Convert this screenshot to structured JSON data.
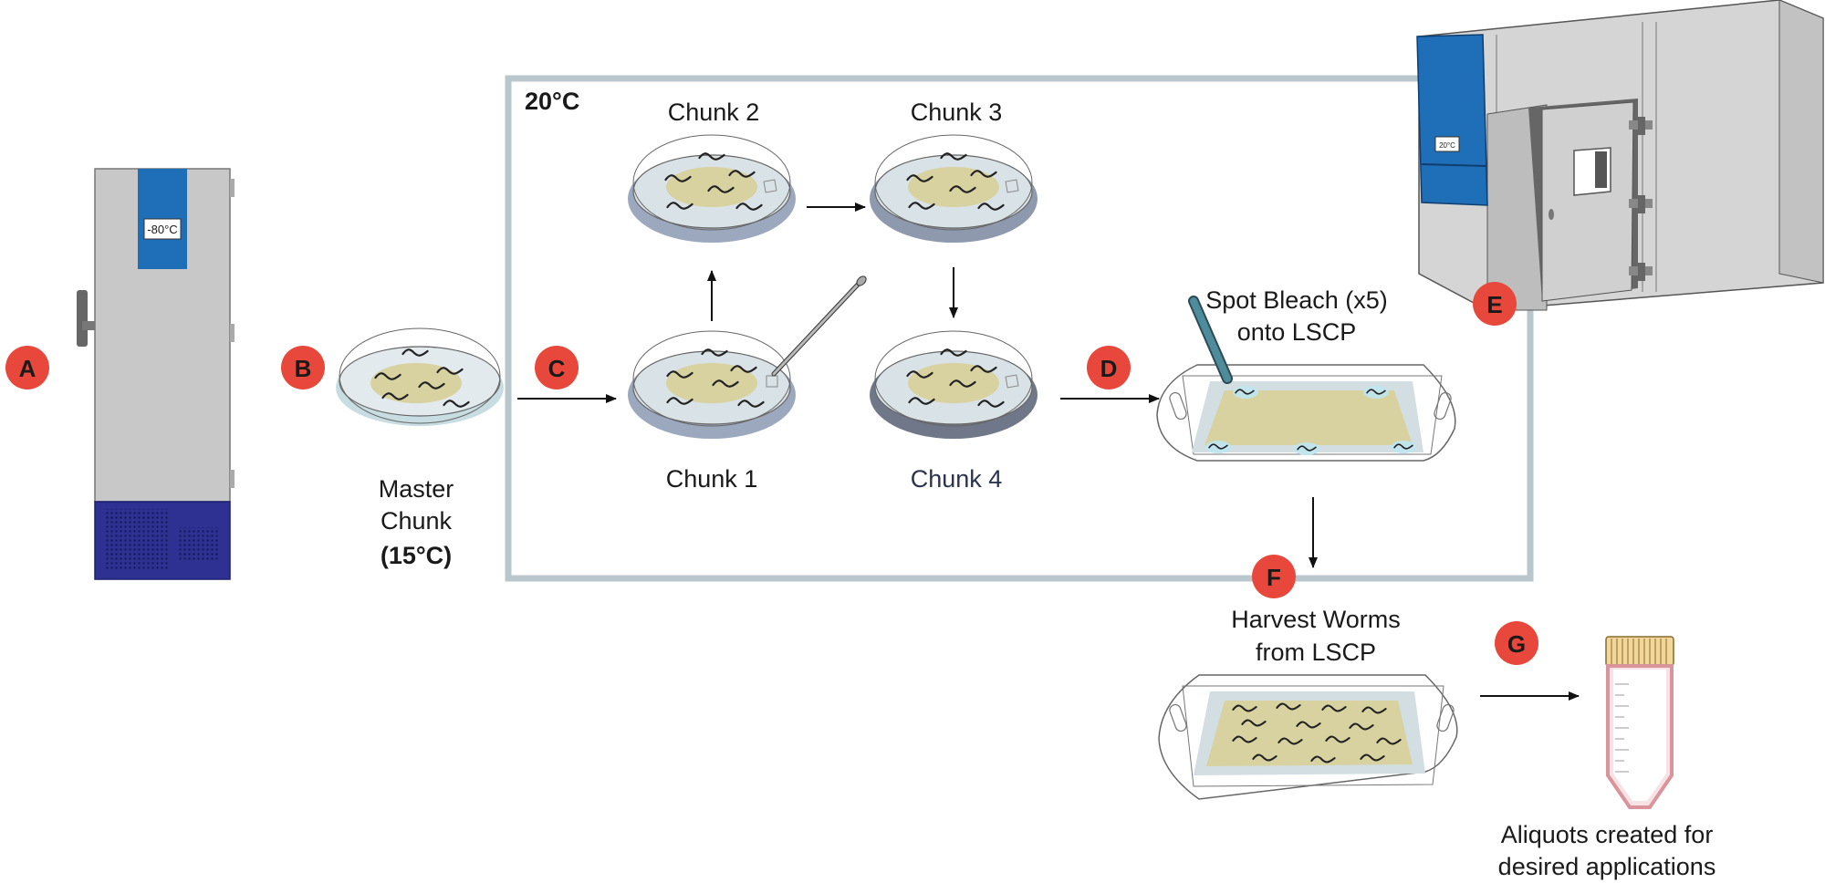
{
  "steps": [
    {
      "letter": "A",
      "color": "#e8483b"
    },
    {
      "letter": "B",
      "color": "#e8483b"
    },
    {
      "letter": "C",
      "color": "#e8483b"
    },
    {
      "letter": "D",
      "color": "#e8483b"
    },
    {
      "letter": "E",
      "color": "#e8483b"
    },
    {
      "letter": "F",
      "color": "#e8483b"
    },
    {
      "letter": "G",
      "color": "#e8483b"
    }
  ],
  "freezer": {
    "temp_label": "-80°C"
  },
  "incubator": {
    "temp_label": "20°C"
  },
  "master": {
    "line1": "Master",
    "line2": "Chunk",
    "line3": "(15°C)"
  },
  "zone": {
    "temp_label": "20°C",
    "border_color": "#b9c6cc"
  },
  "chunks": {
    "c1": "Chunk 1",
    "c2": "Chunk 2",
    "c3": "Chunk 3",
    "c4": "Chunk 4",
    "c4_color": "#2b3350"
  },
  "bleach": {
    "line1": "Spot Bleach (x5)",
    "line2": "onto LSCP"
  },
  "harvest": {
    "line1": "Harvest Worms",
    "line2": "from LSCP"
  },
  "aliquots": {
    "line1": "Aliquots created for",
    "line2": "desired applications"
  },
  "colors": {
    "freezer_gray": "#c8c8c8",
    "freezer_blue": "#1f6fb8",
    "freezer_base": "#2e3192",
    "agar": "#d8d2a0",
    "plate_rim": "#9ca8bd",
    "plate_inner": "#d9e2e6",
    "worm": "#222222",
    "tube_cap": "#f2d79a",
    "tube_outline": "#d9949c"
  }
}
